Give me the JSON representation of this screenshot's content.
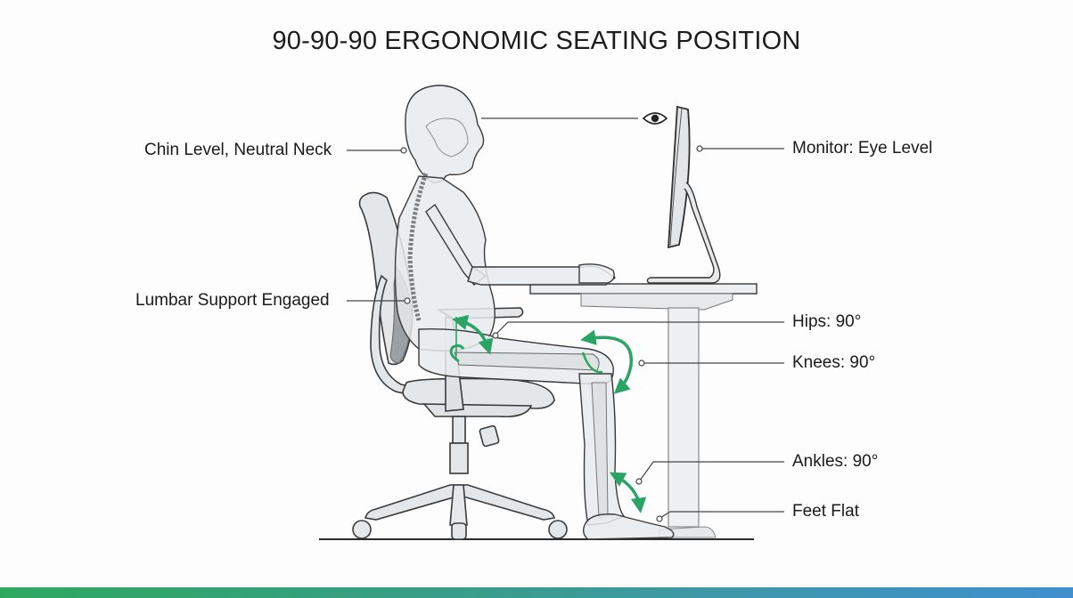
{
  "diagram": {
    "title": "90-90-90 ERGONOMIC SEATING POSITION",
    "labels": [
      {
        "id": "chin",
        "text": "Chin Level, Neutral Neck",
        "side": "left"
      },
      {
        "id": "lumbar",
        "text": "Lumbar Support Engaged",
        "side": "left"
      },
      {
        "id": "monitor",
        "text": "Monitor: Eye Level",
        "side": "right"
      },
      {
        "id": "hips",
        "text": "Hips: 90°",
        "side": "right"
      },
      {
        "id": "knees",
        "text": "Knees: 90°",
        "side": "right"
      },
      {
        "id": "ankles",
        "text": "Ankles: 90°",
        "side": "right"
      },
      {
        "id": "feet",
        "text": "Feet Flat",
        "side": "right"
      }
    ],
    "elements": [
      "skeleton-figure",
      "office-chair",
      "desk",
      "monitor",
      "eye-icon",
      "angle-arrows"
    ],
    "colors": {
      "accent_green": "#2aa465",
      "outline": "#3a3a3a",
      "fill_light": "#e6e9eb",
      "lumbar_fill": "#9aa0a4",
      "bar_gradient_start": "#2fa85f",
      "bar_gradient_end": "#3f8fcf"
    }
  }
}
